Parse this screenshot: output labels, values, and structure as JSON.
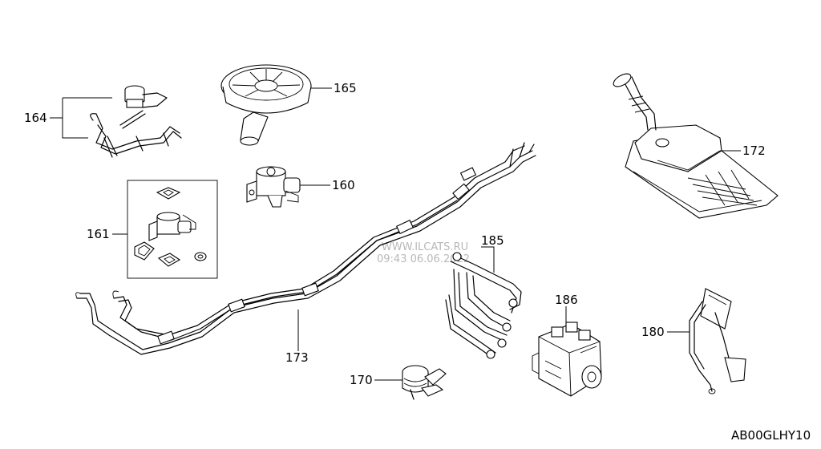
{
  "diagram": {
    "code": "AB00GLHY10",
    "watermark": {
      "line1": "WWW.ILCATS.RU",
      "line2": "09:43 06.06.2022"
    },
    "parts": [
      {
        "id": "p160",
        "label": "160",
        "icon": "fuel-filter-icon"
      },
      {
        "id": "p161",
        "label": "161",
        "icon": "fuel-filter-kit-icon"
      },
      {
        "id": "p164",
        "label": "164",
        "icon": "breather-valve-icon"
      },
      {
        "id": "p165",
        "label": "165",
        "icon": "air-cleaner-icon"
      },
      {
        "id": "p170",
        "label": "170",
        "icon": "fuel-pump-icon"
      },
      {
        "id": "p172",
        "label": "172",
        "icon": "fuel-tank-icon"
      },
      {
        "id": "p173",
        "label": "173",
        "icon": "fuel-pipe-icon"
      },
      {
        "id": "p180",
        "label": "180",
        "icon": "accelerator-pedal-icon"
      },
      {
        "id": "p185",
        "label": "185",
        "icon": "injection-tube-icon"
      },
      {
        "id": "p186",
        "label": "186",
        "icon": "injection-pump-icon"
      }
    ]
  }
}
